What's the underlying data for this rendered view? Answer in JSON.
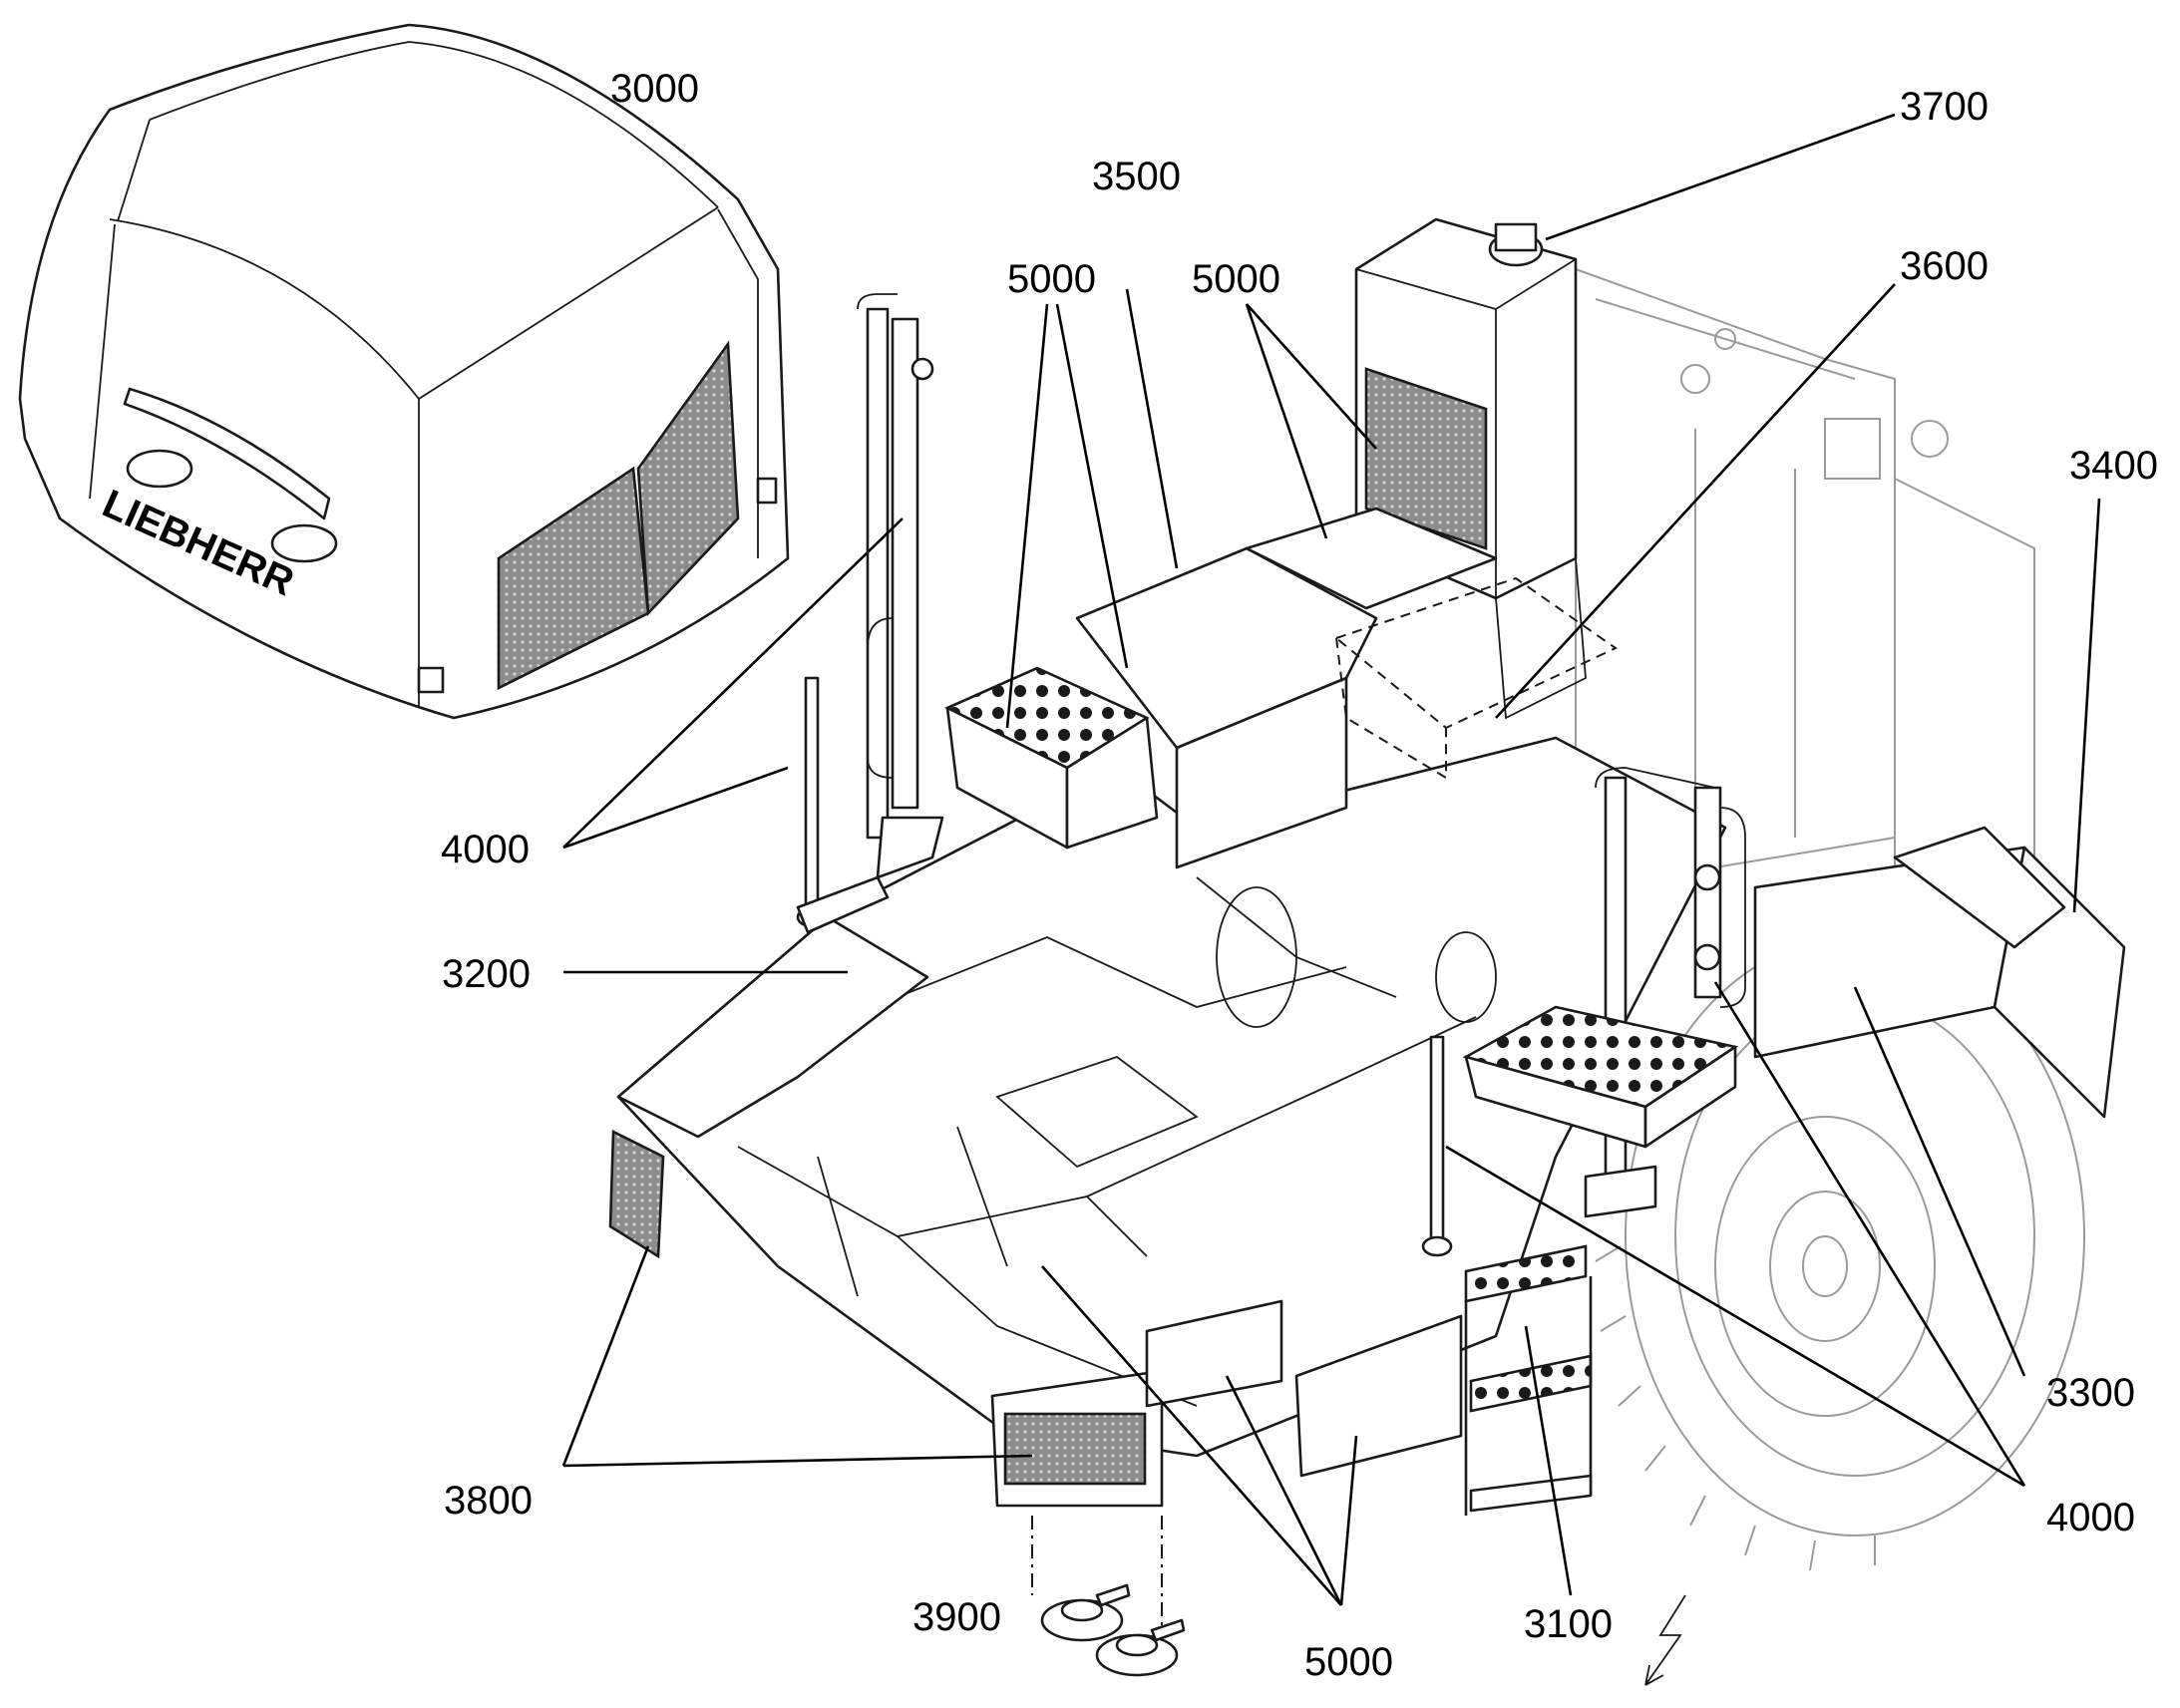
{
  "logo_text": "LIEBHERR",
  "callouts": [
    {
      "id": "c3000a",
      "text": "3000"
    },
    {
      "id": "c3700",
      "text": "3700"
    },
    {
      "id": "c3500",
      "text": "3500"
    },
    {
      "id": "c5000a",
      "text": "5000"
    },
    {
      "id": "c5000b",
      "text": "5000"
    },
    {
      "id": "c3600",
      "text": "3600"
    },
    {
      "id": "c3400",
      "text": "3400"
    },
    {
      "id": "c4000a",
      "text": "4000"
    },
    {
      "id": "c3200",
      "text": "3200"
    },
    {
      "id": "c3300",
      "text": "3300"
    },
    {
      "id": "c4000b",
      "text": "4000"
    },
    {
      "id": "c3800",
      "text": "3800"
    },
    {
      "id": "c3900",
      "text": "3900"
    },
    {
      "id": "c5000c",
      "text": "5000"
    },
    {
      "id": "c3100",
      "text": "3100"
    }
  ]
}
